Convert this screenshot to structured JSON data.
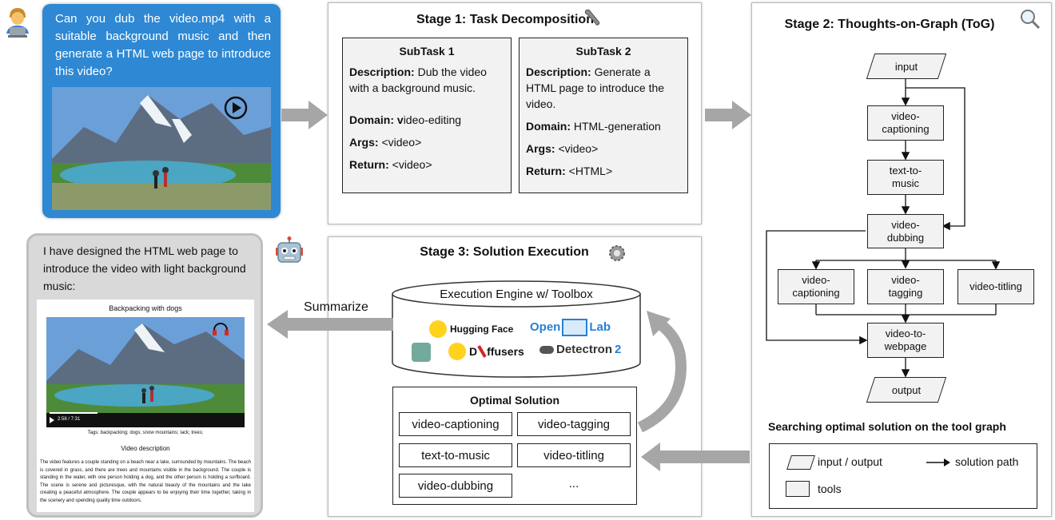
{
  "user_query": {
    "text": "Can you dub the video.mp4 with a suitable background music and then generate a HTML web page to introduce this video?"
  },
  "stage1": {
    "title": "Stage 1: Task Decomposition",
    "subtasks": [
      {
        "header": "SubTask 1",
        "desc_label": "Description:",
        "desc": "Dub the video with a background music.",
        "domain_label": "Domain:",
        "domain_bold": "v",
        "domain": "ideo-editing",
        "args_label": "Args:",
        "args": "<video>",
        "return_label": "Return:",
        "return": "<video>"
      },
      {
        "header": "SubTask 2",
        "desc_label": "Description:",
        "desc": "Generate a HTML page to introduce the video.",
        "domain_label": "Domain:",
        "domain_bold": "",
        "domain": "HTML-generation",
        "args_label": "Args:",
        "args": "<video>",
        "return_label": "Return:",
        "return": "<HTML>"
      }
    ]
  },
  "stage2": {
    "title": "Stage 2: Thoughts-on-Graph (ToG)",
    "nodes": {
      "input": "input",
      "captioning1": "video-\ncaptioning",
      "text_to_music": "text-to-\nmusic",
      "dubbing": "video-\ndubbing",
      "captioning2": "video-\ncaptioning",
      "tagging": "video-\ntagging",
      "titling": "video-titling",
      "to_webpage": "video-to-\nwebpage",
      "output": "output"
    },
    "search_caption": "Searching optimal solution on the tool graph",
    "legend": {
      "io": "input / output",
      "tools": "tools",
      "path": "solution path"
    }
  },
  "stage3": {
    "title": "Stage 3: Solution Execution",
    "engine_title": "Execution Engine w/ Toolbox",
    "logos": {
      "hf": "Hugging Face",
      "openmmlab_a": "Open",
      "openmmlab_b": "Lab",
      "diffusers_a": "D",
      "diffusers_b": "ffusers",
      "detectron": "Detectron",
      "detectron_num": "2"
    },
    "optimal_title": "Optimal Solution",
    "solution": [
      "video-captioning",
      "video-tagging",
      "text-to-music",
      "video-titling",
      "video-dubbing",
      "..."
    ]
  },
  "summarize_label": "Summarize",
  "response": {
    "text": "I have designed the HTML web page to introduce the video  with light background music:",
    "page_title": "Backpacking with dogs",
    "time": "2:58 / 7:31",
    "tags": "Tags: backpacking; dogs; snow mountains; lack; trees;",
    "desc_heading": "Video description",
    "desc": "The video features a couple standing on a beach near a lake, surrounded by mountains. The beach is covered in grass, and there are trees and mountains visible in the background. The couple is standing in the water, with one person holding a dog, and the other person is holding a surfboard. The scene is serene and picturesque, with the natural beauty of the mountains and the lake creating a peaceful atmosphere. The couple appears to be enjoying their time together, taking in the scenery and spending quality time outdoors."
  },
  "colors": {
    "user_bubble": "#2e88d4",
    "bubble_bg": "#d9d9d9",
    "box_fill": "#f2f2f2",
    "arrow_gray": "#a6a6a6"
  }
}
